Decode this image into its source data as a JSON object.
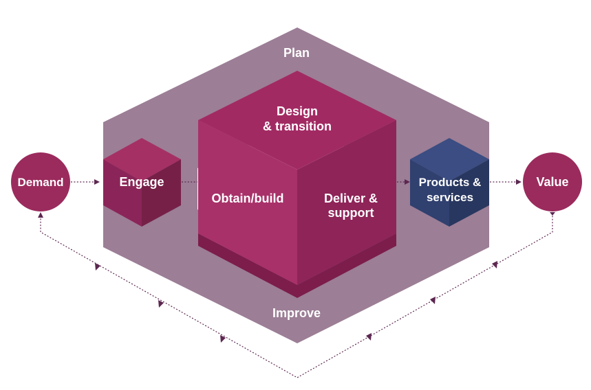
{
  "colors": {
    "frame": "#9c7e96",
    "cube_front_left": "#a83169",
    "cube_front_right": "#8e2458",
    "cube_top": "#a22a63",
    "cube_bottom": "#7c1d4c",
    "engage_top": "#a53064",
    "engage_left": "#8b2559",
    "engage_right": "#762048",
    "products_top": "#3b4d82",
    "products_left": "#30406f",
    "products_right": "#28375f",
    "circle": "#9b2b5d",
    "arrow": "#5b2750"
  },
  "labels": {
    "plan": "Plan",
    "improve": "Improve",
    "design": [
      "Design",
      "& transition"
    ],
    "obtain": "Obtain/build",
    "deliver": [
      "Deliver &",
      "support"
    ],
    "engage": "Engage",
    "products": [
      "Products &",
      "services"
    ],
    "demand": "Demand",
    "value": "Value"
  },
  "icons": {
    "flow_arrow": "dotted-arrow-icon",
    "feedback_loop": "feedback-loop-icon"
  }
}
